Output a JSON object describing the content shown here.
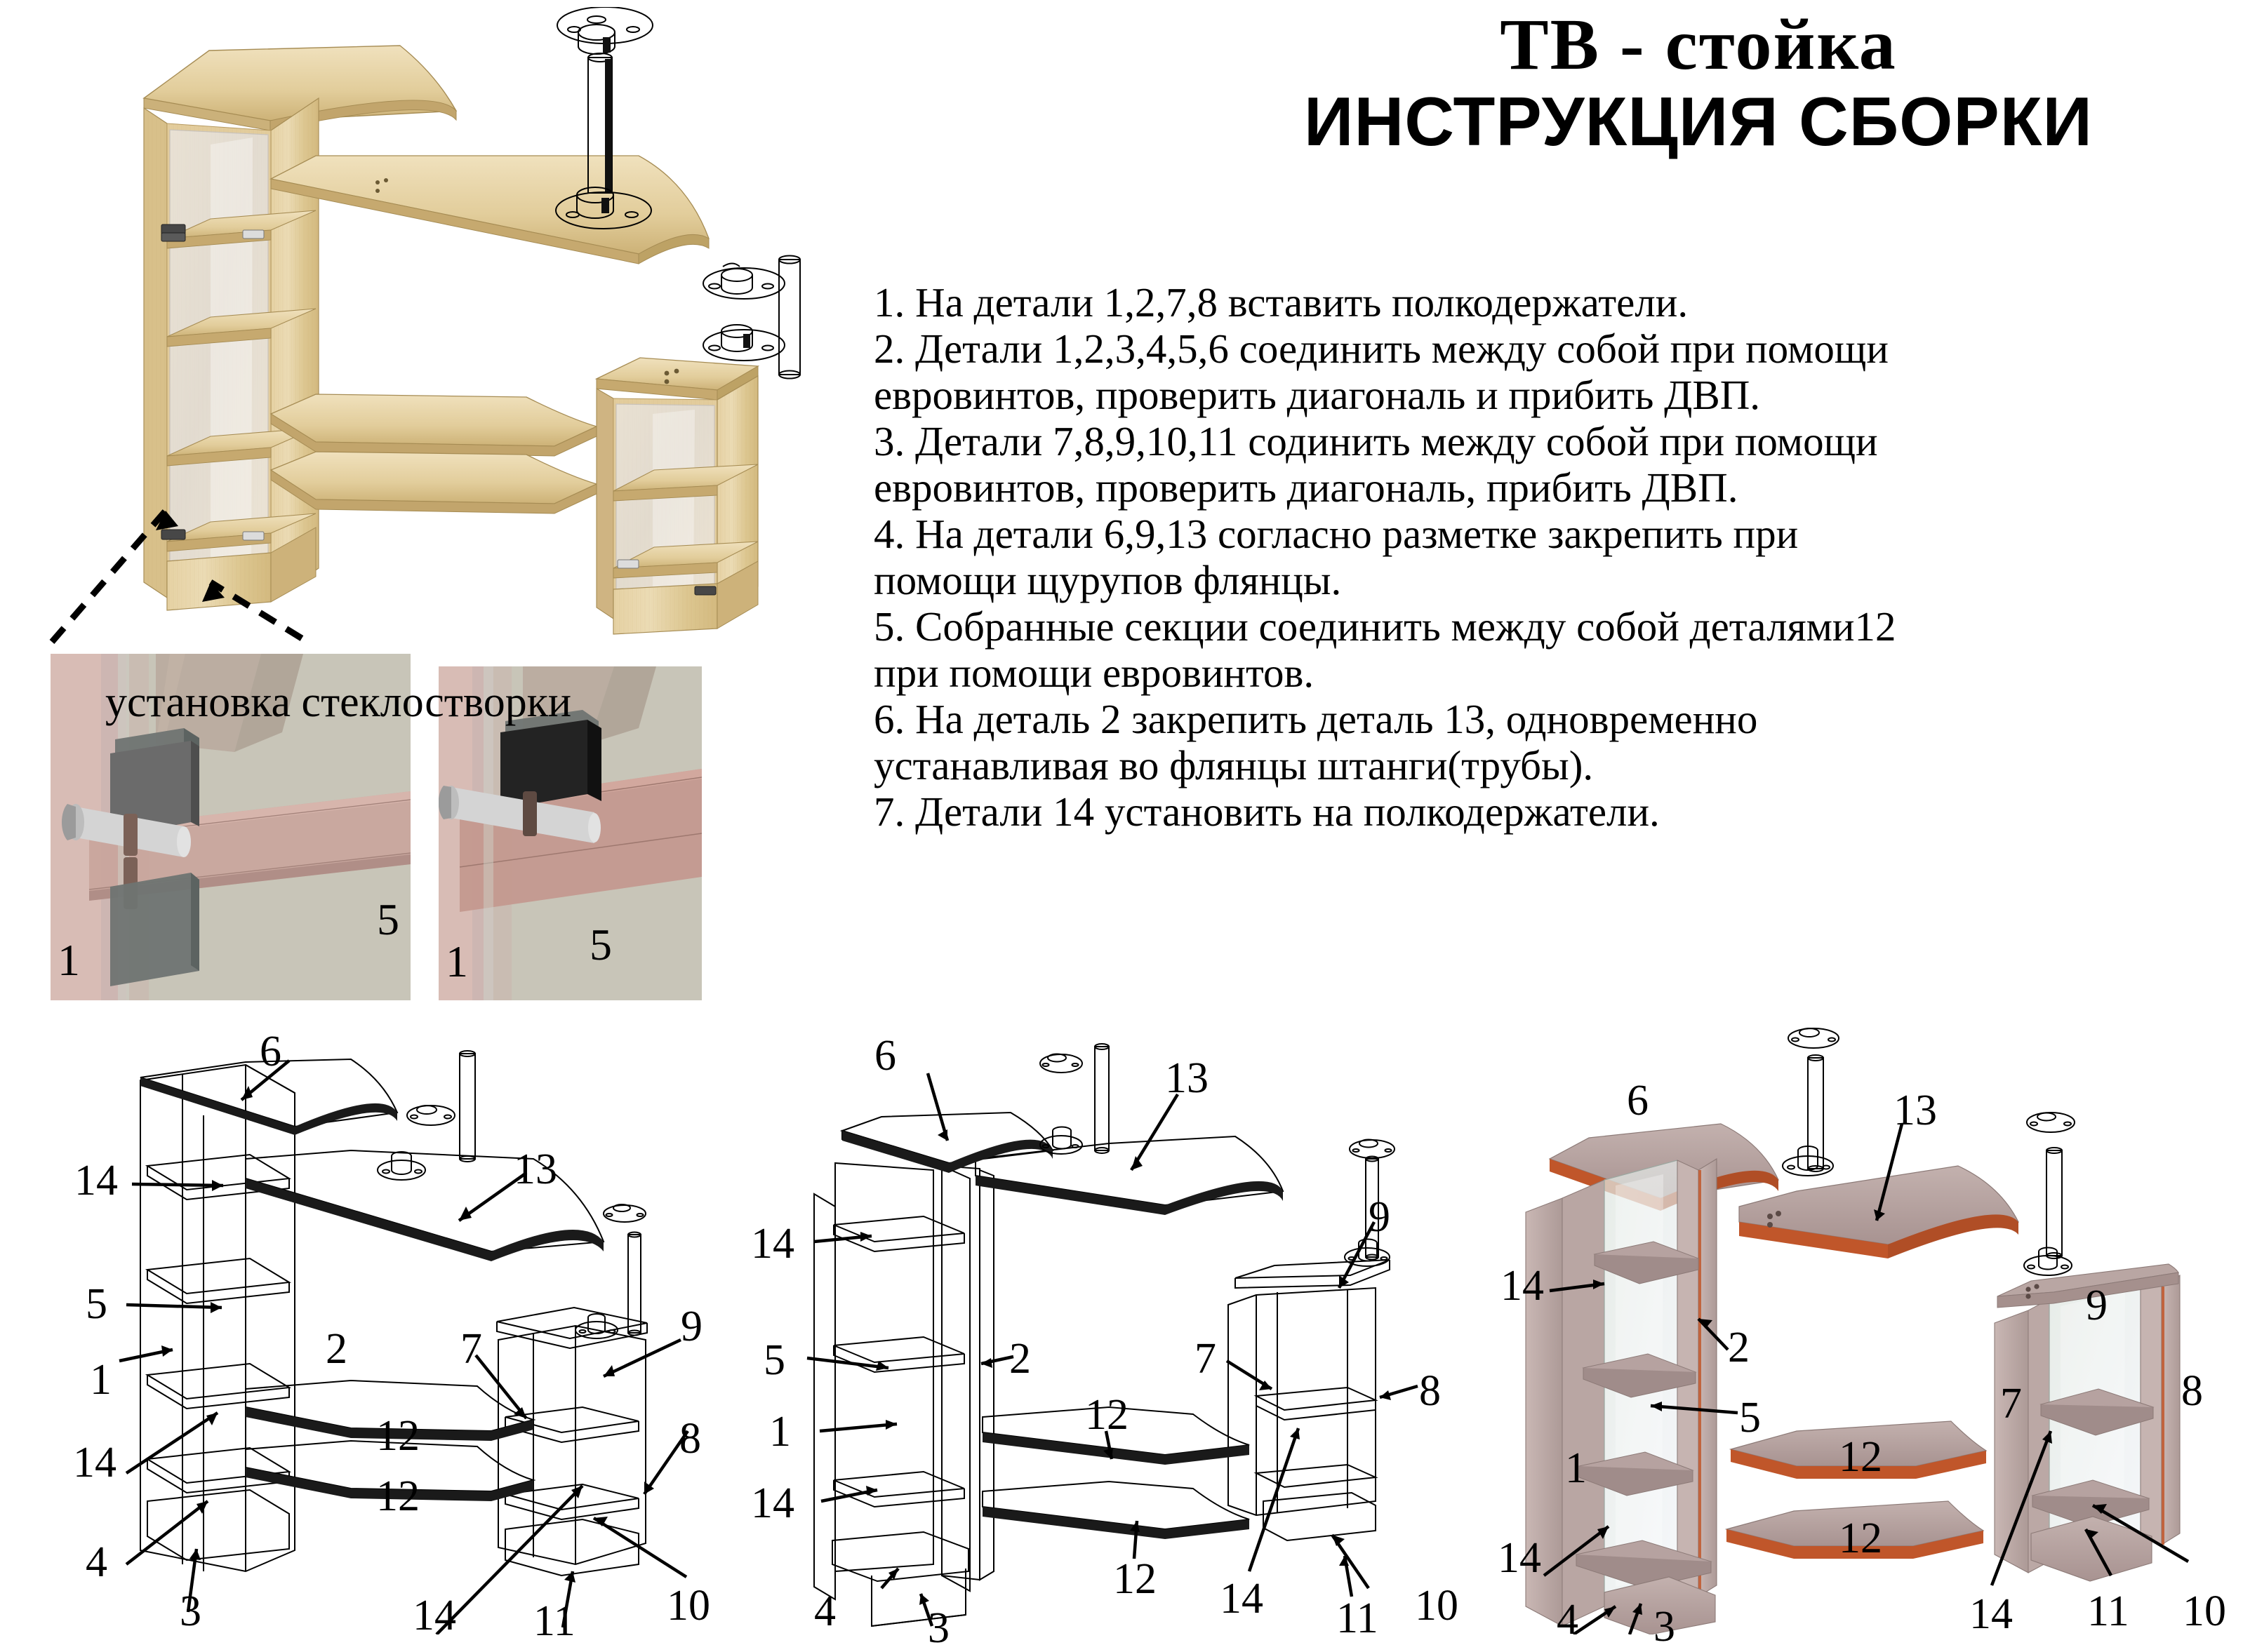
{
  "title": {
    "line1": "ТВ - стойка",
    "line2": "ИНСТРУКЦИЯ СБОРКИ"
  },
  "instructions": [
    {
      "id": 1,
      "lines": [
        "1. На детали 1,2,7,8 вставить полкодержатели."
      ]
    },
    {
      "id": 2,
      "lines": [
        "2. Детали 1,2,3,4,5,6 соединить между собой при помощи",
        "евровинтов, проверить диагональ и прибить ДВП."
      ]
    },
    {
      "id": 3,
      "lines": [
        "3. Детали 7,8,9,10,11 содинить между собой при помощи",
        "евровинтов, проверить диагональ, прибить ДВП."
      ]
    },
    {
      "id": 4,
      "lines": [
        "4. На детали 6,9,13 согласно разметке закрепить при",
        "помощи щурупов флянцы."
      ]
    },
    {
      "id": 5,
      "lines": [
        "5. Собранные секции соединить между собой деталями12",
        "при помощи евровинтов."
      ]
    },
    {
      "id": 6,
      "lines": [
        "6. На деталь 2 закрепить деталь 13, одновременно",
        " устанавливая во флянцы штанги(трубы)."
      ]
    },
    {
      "id": 7,
      "lines": [
        "7. Детали 14 установить на полкодержатели."
      ]
    }
  ],
  "detail_photos": {
    "caption": "установка  стеклостворки",
    "left": {
      "labels": [
        {
          "text": "1"
        },
        {
          "text": "5"
        }
      ]
    },
    "right": {
      "labels": [
        {
          "text": "1"
        },
        {
          "text": "5"
        }
      ]
    }
  },
  "main_view": {
    "hardware": [
      {
        "name": "flange-top-1"
      },
      {
        "name": "tube-1"
      },
      {
        "name": "flange-bottom-1"
      },
      {
        "name": "flange-top-2"
      },
      {
        "name": "tube-2"
      },
      {
        "name": "flange-bottom-2"
      }
    ]
  },
  "exploded_views": [
    {
      "id": "left-wireframe",
      "style": "wireframe",
      "labels": [
        "6",
        "14",
        "13",
        "5",
        "1",
        "2",
        "14",
        "7",
        "9",
        "12",
        "12",
        "4",
        "3",
        "14",
        "8",
        "11",
        "10"
      ]
    },
    {
      "id": "center-wireframe",
      "style": "wireframe",
      "labels": [
        "6",
        "13",
        "14",
        "5",
        "2",
        "9",
        "1",
        "7",
        "8",
        "12",
        "14",
        "14",
        "12",
        "4",
        "3",
        "11",
        "10"
      ]
    },
    {
      "id": "right-shaded",
      "style": "shaded",
      "labels": [
        "6",
        "13",
        "14",
        "2",
        "5",
        "1",
        "9",
        "7",
        "8",
        "12",
        "12",
        "14",
        "14",
        "4",
        "3",
        "11",
        "10"
      ]
    }
  ],
  "colors": {
    "wood_light": "#e9d7ad",
    "wood_mid": "#dbc48b",
    "wood_dark": "#c5a863",
    "glass": "#e6e9f2",
    "mauve": "#b7a5a3",
    "mauve_dark": "#9a8684",
    "edge_rust": "#c0562a",
    "hinge_dark": "#3a3a3a",
    "photo_rose": "#d6bab4",
    "photo_grey": "#c6c4b8",
    "ink": "#000000"
  },
  "part_labels": {
    "p1": "1",
    "p2": "2",
    "p3": "3",
    "p4": "4",
    "p5": "5",
    "p6": "6",
    "p7": "7",
    "p8": "8",
    "p9": "9",
    "p10": "10",
    "p11": "11",
    "p12": "12",
    "p13": "13",
    "p14": "14"
  }
}
